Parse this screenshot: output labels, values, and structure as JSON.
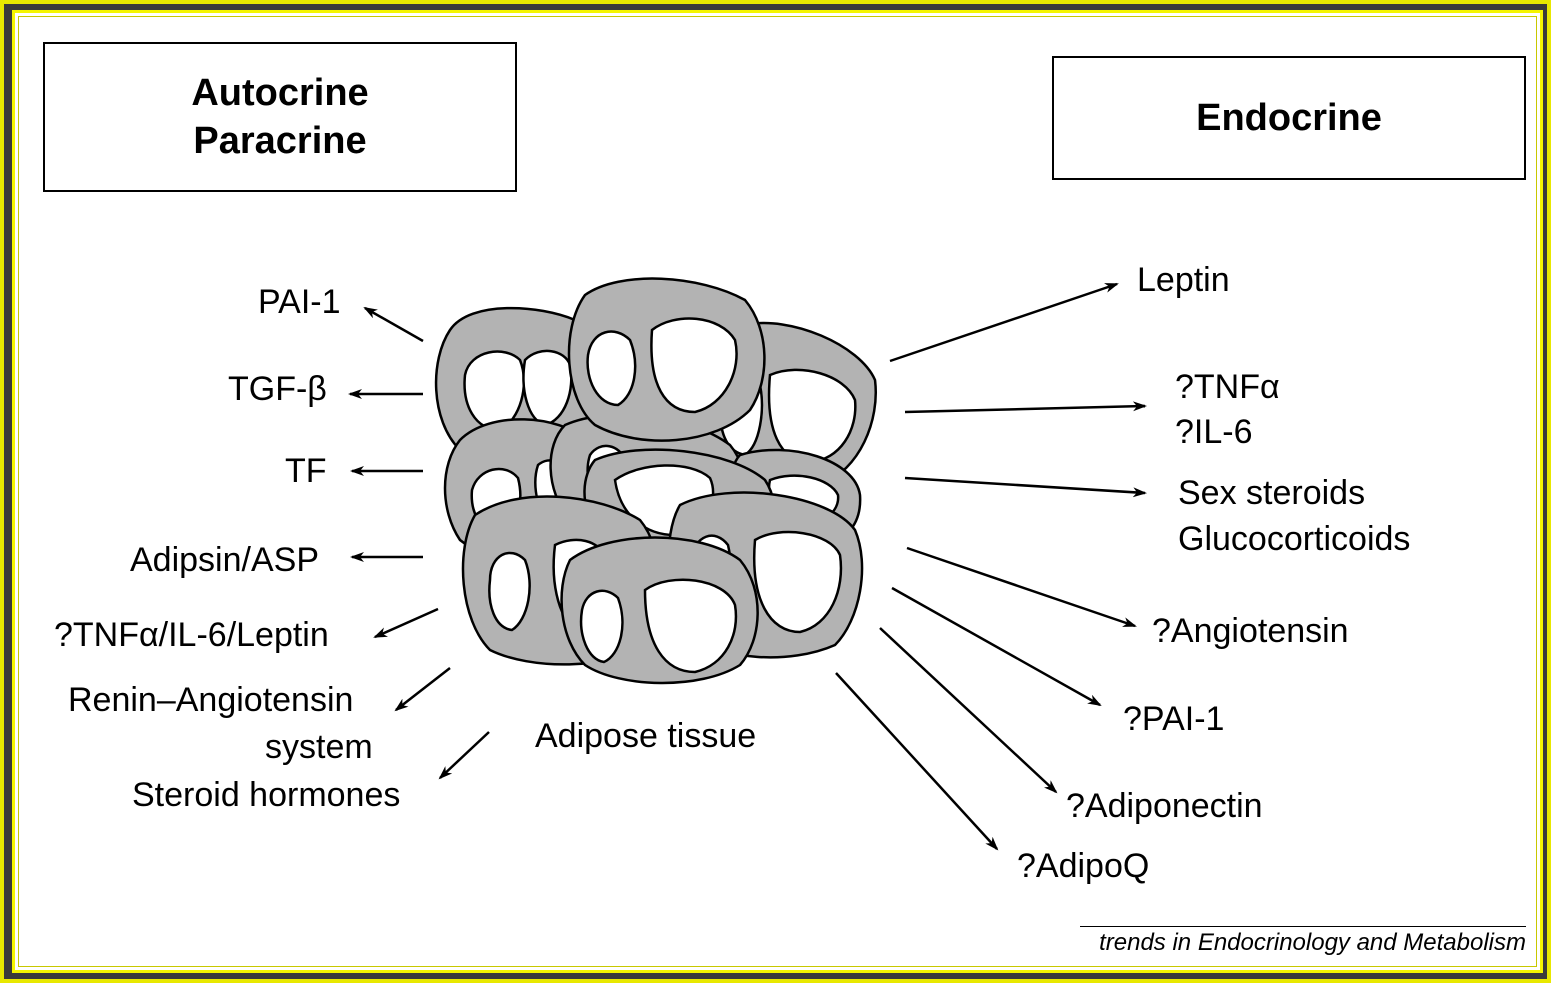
{
  "headers": {
    "autocrine_line1": "Autocrine",
    "autocrine_line2": "Paracrine",
    "endocrine": "Endocrine"
  },
  "center_label": "Adipose tissue",
  "left_factors": {
    "pai1": "PAI-1",
    "tgf": "TGF-β",
    "tf": "TF",
    "adipsin": "Adipsin/ASP",
    "tnf_il6_leptin": "?TNFα/IL-6/Leptin",
    "renin_line1": "Renin–Angiotensin",
    "renin_line2": "system",
    "steroid": "Steroid hormones"
  },
  "right_factors": {
    "leptin": "Leptin",
    "tnf": "?TNFα",
    "il6": "?IL-6",
    "sex_steroids": "Sex steroids",
    "glucocorticoids": "Glucocorticoids",
    "angiotensin": "?Angiotensin",
    "pai1": "?PAI-1",
    "adiponectin": "?Adiponectin",
    "adipoq": "?AdipoQ"
  },
  "credit": "trends in Endocrinology and Metabolism",
  "colors": {
    "frame_outer": "#e8e800",
    "cell_fill": "#b3b3b3",
    "stroke": "#000000",
    "background": "#ffffff"
  }
}
